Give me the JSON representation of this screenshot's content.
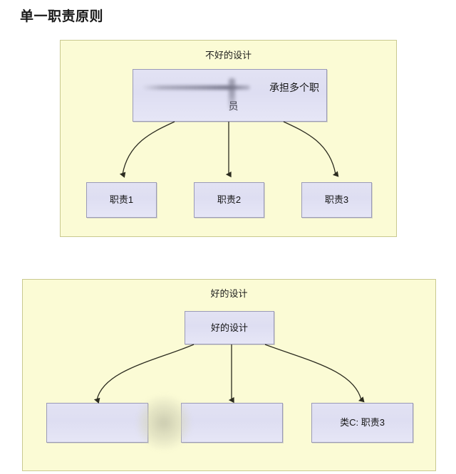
{
  "page": {
    "title": "单一职责原则"
  },
  "diagrams": [
    {
      "caption": "不好的设计",
      "parent": {
        "text_line1": "承担多个职",
        "text_line2": "员",
        "redacted": true
      },
      "children": [
        {
          "label": "职责1"
        },
        {
          "label": "职责2"
        },
        {
          "label": "职责3"
        }
      ]
    },
    {
      "caption": "好的设计",
      "parent": {
        "text_line1": "好的设计",
        "text_line2": "",
        "redacted": false
      },
      "children": [
        {
          "label": ""
        },
        {
          "label": ""
        },
        {
          "label": "类C: 职责3"
        }
      ]
    }
  ],
  "colors": {
    "panel_fill": "#fbfbd5",
    "panel_border": "#c9c98f",
    "node_fill": "#dedef2",
    "node_border": "#9a9ab8",
    "arrow": "#2b2b1f",
    "title": "#1a1a1a"
  }
}
